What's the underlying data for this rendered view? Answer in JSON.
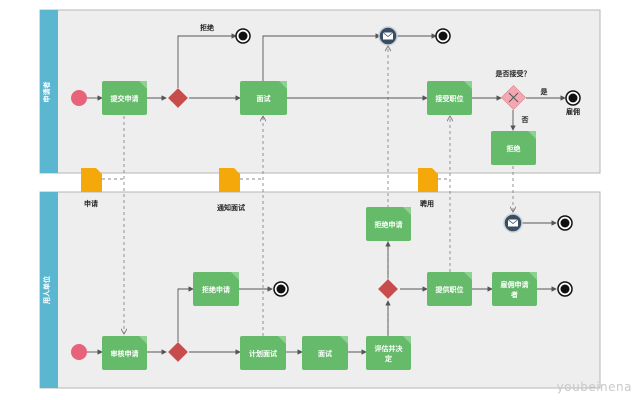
{
  "pools": {
    "top": {
      "label": "申请者"
    },
    "bottom": {
      "label": "用人单位"
    }
  },
  "top_tasks": {
    "submit": "提交申请",
    "interview": "面试",
    "offer": "接受职位",
    "rejected_task": "拒绝"
  },
  "bottom_tasks": {
    "review": "审核申请",
    "reject_app": "拒绝申请",
    "plan_interview": "计划面试",
    "interview": "面试",
    "evaluate_line1": "评估并决",
    "evaluate_line2": "定",
    "reject_app2": "拒绝申请",
    "give_offer": "提供职位",
    "hire_line1": "雇佣申请",
    "hire_line2": "者"
  },
  "labels": {
    "reject_top": "拒绝",
    "accept_question": "是否接受？",
    "yes": "是",
    "no": "否",
    "hired": "雇佣",
    "doc_apply": "申请",
    "doc_interview": "通知面试",
    "doc_offer": "聘用"
  },
  "watermark": "youbeinena",
  "colors": {
    "task": "#66bb6a",
    "gateway": "#c94c4c",
    "gateway_pink": "#f3a7b3",
    "pool_band": "#5bb6cf",
    "pool_bg": "#eeeeee",
    "document": "#f5a80a",
    "start": "#e8627a",
    "message": "#3a4e63"
  }
}
